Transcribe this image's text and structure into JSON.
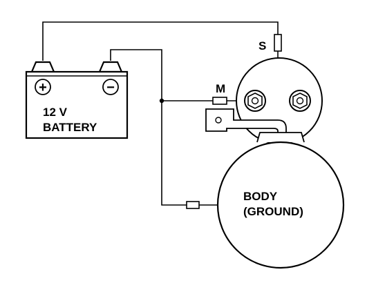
{
  "labels": {
    "terminal_s": "S",
    "terminal_m": "M",
    "battery_voltage": "12 V",
    "battery_name": "BATTERY",
    "body_line1": "BODY",
    "body_line2": "(GROUND)"
  },
  "battery_terminals": {
    "positive_symbol": "+",
    "negative_symbol": "−"
  },
  "colors": {
    "ink": "#000000",
    "paper": "#ffffff"
  }
}
